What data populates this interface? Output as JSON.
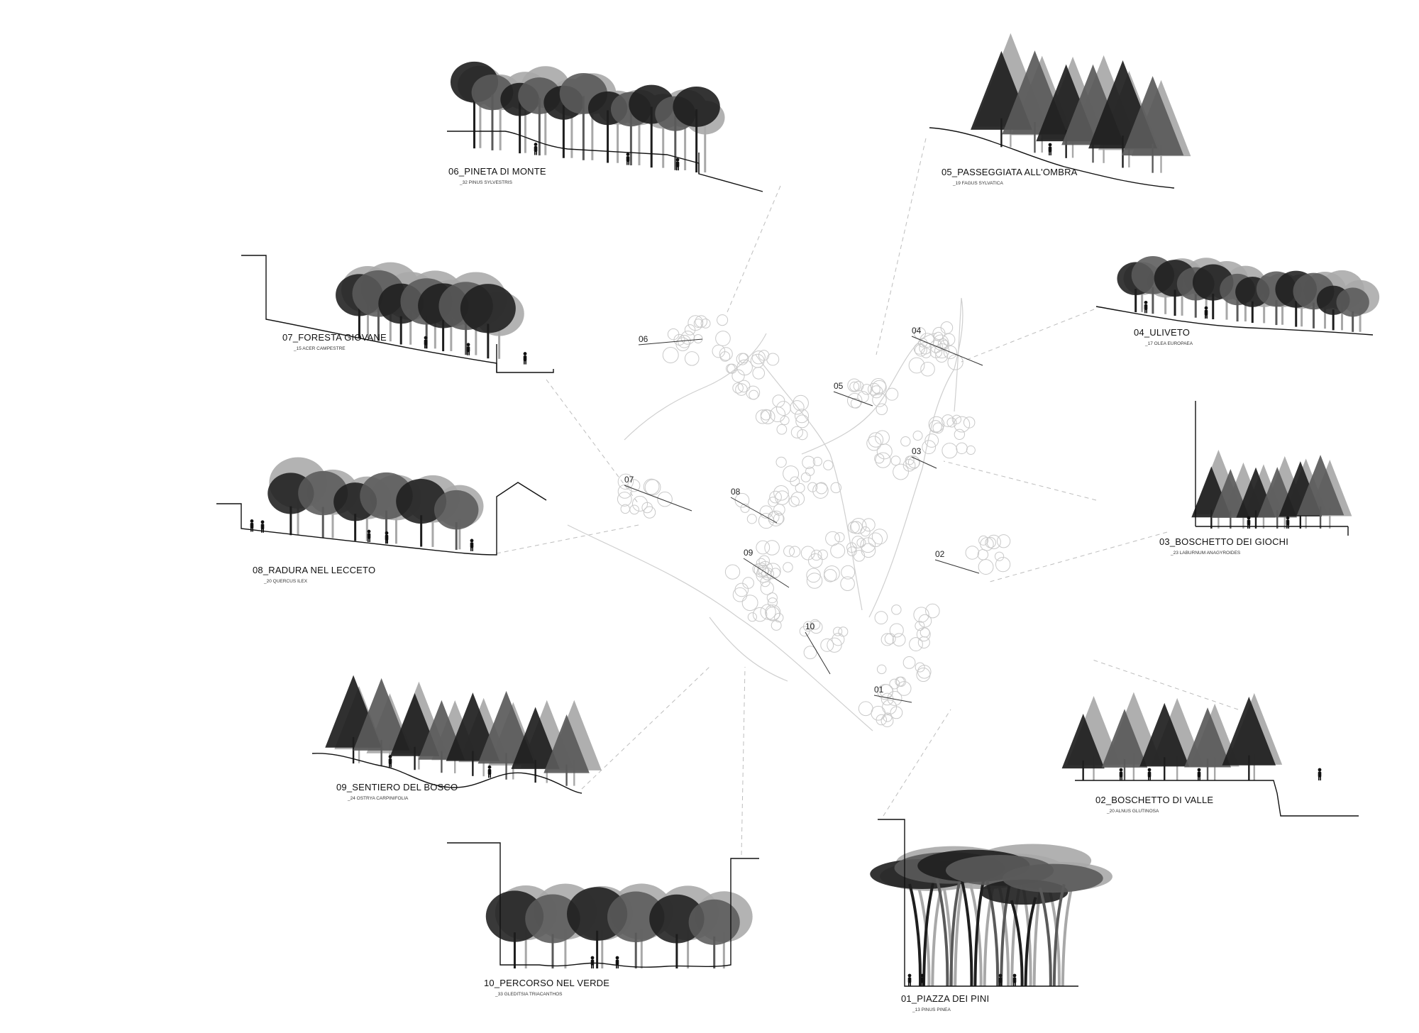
{
  "sections": [
    {
      "id": "01",
      "title": "01_PIAZZA DEI PINI",
      "species": "_13 PINUS PINEA"
    },
    {
      "id": "02",
      "title": "02_BOSCHETTO DI VALLE",
      "species": "_20 ALNUS GLUTINOSA"
    },
    {
      "id": "03",
      "title": "03_BOSCHETTO DEI GIOCHI",
      "species": "_23 LABURNUM ANAGYROIDES"
    },
    {
      "id": "04",
      "title": "04_ULIVETO",
      "species": "_17 OLEA EUROPAEA"
    },
    {
      "id": "05",
      "title": "05_PASSEGGIATA ALL'OMBRA",
      "species": "_19 FAGUS SYLVATICA"
    },
    {
      "id": "06",
      "title": "06_PINETA DI MONTE",
      "species": "_32 PINUS SYLVESTRIS"
    },
    {
      "id": "07",
      "title": "07_FORESTA GIOVANE",
      "species": "_15 ACER CAMPESTRE"
    },
    {
      "id": "08",
      "title": "08_RADURA NEL LECCETO",
      "species": "_20 QUERCUS ILEX"
    },
    {
      "id": "09",
      "title": "09_SENTIERO DEL BOSCO",
      "species": "_24 OSTRYA CARPINIFOLIA"
    },
    {
      "id": "10",
      "title": "10_PERCORSO NEL VERDE",
      "species": "_33 GLEDITSIA TRIACANTHOS"
    }
  ],
  "map_labels": [
    "01",
    "02",
    "03",
    "04",
    "05",
    "06",
    "07",
    "08",
    "09",
    "10"
  ],
  "colors": {
    "ink": "#111111",
    "tree_dark": "#1e1e1e",
    "tree_mid": "#5a5a5a",
    "tree_light": "#a8a8a8",
    "leader": "#bdbdbd",
    "map_tree": "#c9c9c9"
  }
}
